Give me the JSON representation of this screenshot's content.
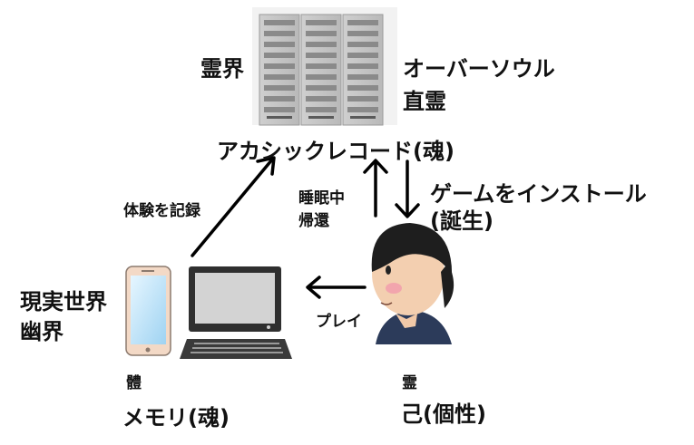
{
  "labels": {
    "spirit_world": "霊界",
    "oversoul": "オーバーソウル",
    "direct_spirit": "直霊",
    "akashic_record": "アカシックレコード(魂)",
    "sleep_return_line1": "睡眠中",
    "sleep_return_line2": "帰還",
    "install_game_line1": "ゲームをインストール",
    "install_game_line2": "(誕生)",
    "record_experience": "体験を記録",
    "real_world": "現実世界",
    "nether_world": "幽界",
    "play": "プレイ",
    "body": "體",
    "memory_soul": "メモリ(魂)",
    "spirit": "霊",
    "self_individuality": "己(個性)"
  },
  "icons": {
    "server": "server-rack-icon",
    "phone": "smartphone-icon",
    "computer": "desktop-computer-icon",
    "person": "boy-avatar-icon"
  }
}
